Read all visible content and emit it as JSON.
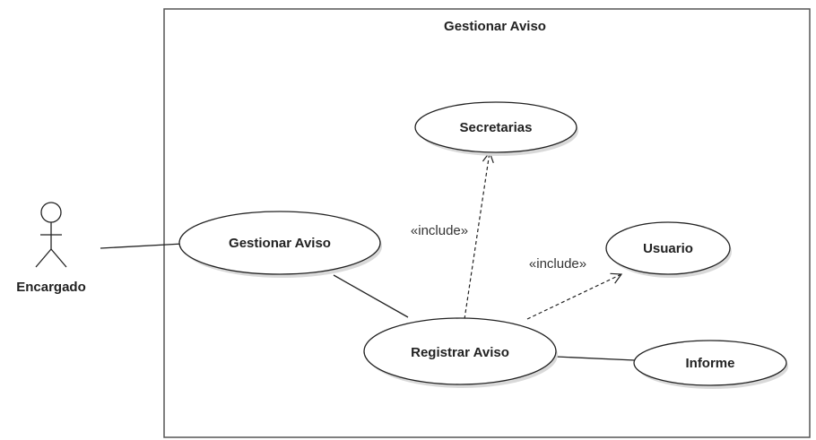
{
  "system": {
    "title": "Gestionar Aviso"
  },
  "actor": {
    "name": "Encargado"
  },
  "use_cases": {
    "secretarias": "Secretarias",
    "gestionar_aviso": "Gestionar Aviso",
    "usuario": "Usuario",
    "registrar_aviso": "Registrar Aviso",
    "informe": "Informe"
  },
  "relations": {
    "include_secretarias": "«include»",
    "include_usuario": "«include»"
  },
  "colors": {
    "line": "#222222",
    "fill": "#ffffff",
    "shadow": "#d9d9d9"
  }
}
